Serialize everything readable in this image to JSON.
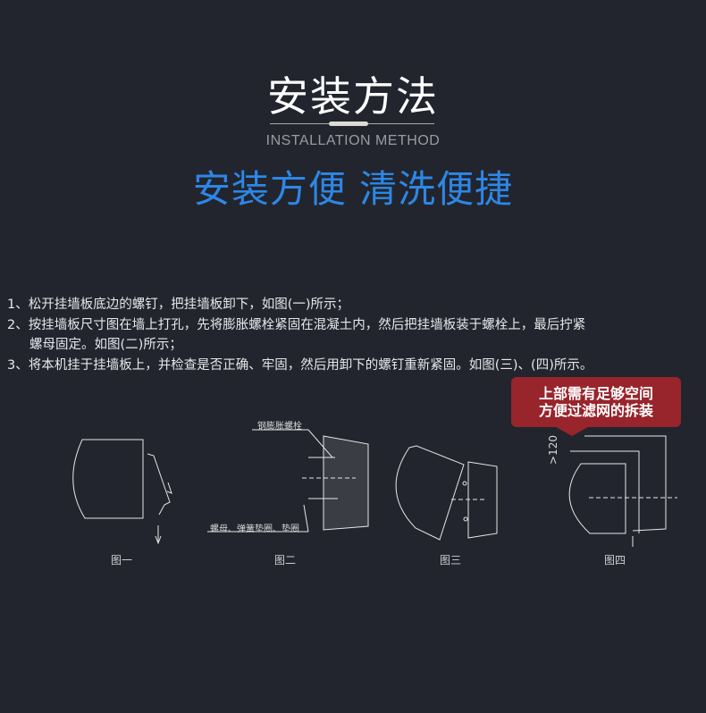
{
  "header": {
    "title": "安装方法",
    "subtitle": "INSTALLATION METHOD",
    "slogan": "安装方便 清洗便捷"
  },
  "steps": [
    "1、松开挂墙板底边的螺钉，把挂墙板卸下，如图(一)所示；",
    "2、按挂墙板尺寸图在墙上打孔，先将膨胀螺栓紧固在混凝土内，然后把挂墙板装于螺栓上，最后拧紧",
    "螺母固定。如图(二)所示；",
    "3、将本机挂于挂墙板上，并检查是否正确、牢固，然后用卸下的螺钉重新紧固。如图(三)、(四)所示。"
  ],
  "callout": {
    "line1": "上部需有足够空间",
    "line2": "方便过滤网的拆装",
    "color": "#98242c"
  },
  "figures": {
    "fig1": "图一",
    "fig2": "图二",
    "fig3": "图三",
    "fig4": "图四",
    "label_bolt": "钢膨胀螺栓",
    "label_nut": "螺母、弹簧垫圈、垫圈",
    "dimension": ">120"
  },
  "colors": {
    "background": "#22252e",
    "accent": "#2d87e6"
  }
}
